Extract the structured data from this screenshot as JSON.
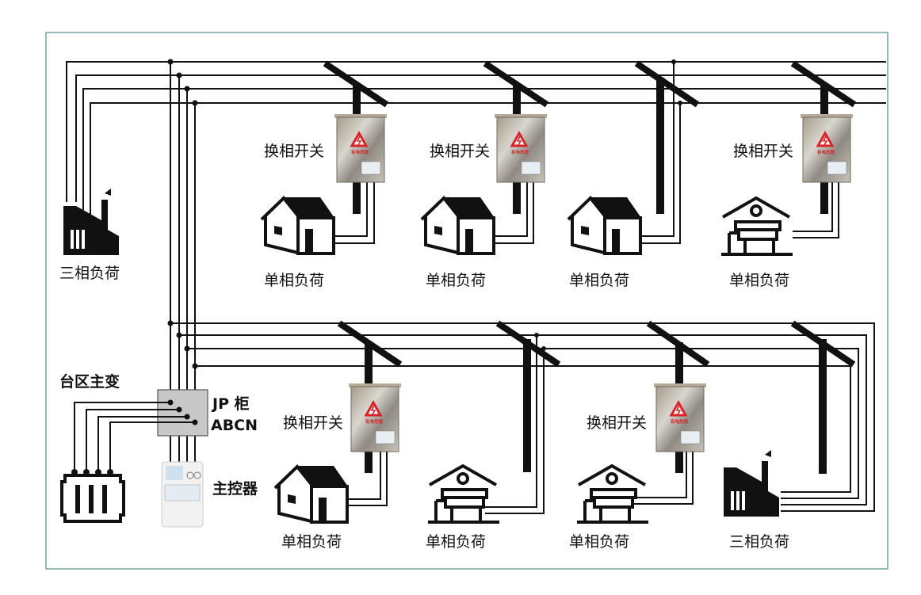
{
  "colors": {
    "frame": "#2b7a77",
    "wire": "#111111",
    "warning": "#d8232a",
    "jp_cabinet": "#c8c8c8"
  },
  "labels": {
    "switch": "换相开关",
    "single_load": "单相负荷",
    "three_load": "三相负荷",
    "transformer": "台区主变",
    "jp_line1": "JP 柜",
    "jp_line2": "ABCN",
    "controller": "主控器"
  },
  "switch_box": {
    "warning_text": "有电危险"
  },
  "icons": [
    "factory-icon",
    "house-icon",
    "pavilion-house-icon",
    "transformer-icon",
    "switch-box-icon",
    "controller-device-icon",
    "utility-pole-icon"
  ]
}
